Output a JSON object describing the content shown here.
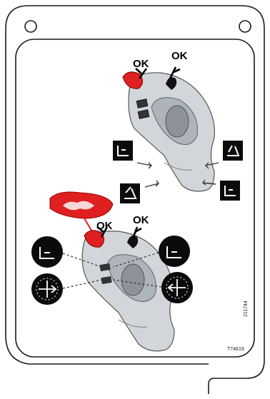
{
  "labels": {
    "ok_top_left": "OK",
    "ok_top_right": "OK",
    "ok_bottom_left": "OK",
    "ok_bottom_right": "OK",
    "doc_number": "211744",
    "figure_number": "T74619"
  },
  "icons": [
    "mounting-hole-icon",
    "joystick-handle-icon",
    "bucket-icon",
    "tilt-icon",
    "flip-arrows-icon",
    "warning-callout-icon"
  ],
  "colors": {
    "accent_red": "#e02020",
    "icon_black": "#0b0b0b",
    "frame": "#1a1a1a",
    "handle_gray": "#c9cdd2"
  }
}
